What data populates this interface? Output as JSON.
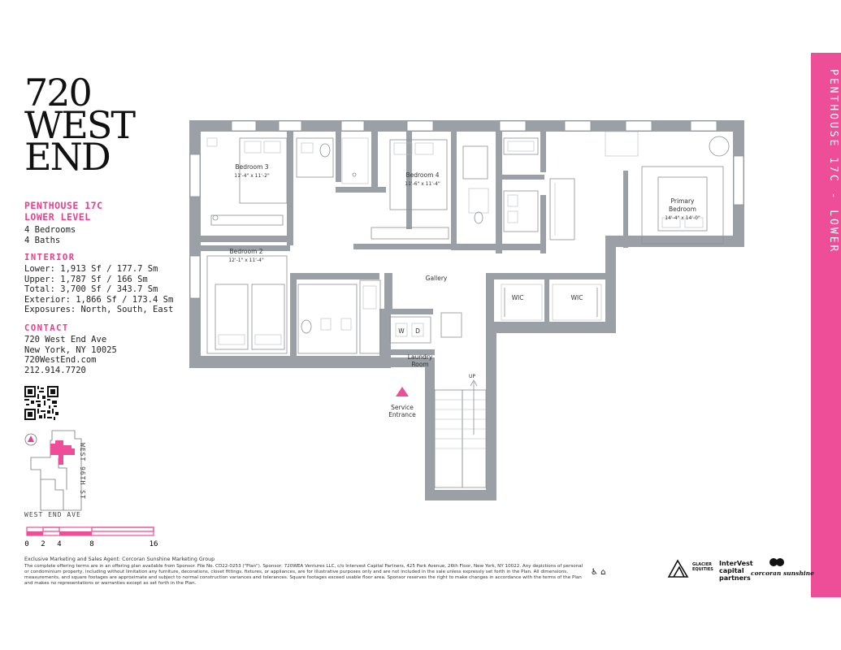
{
  "logo": {
    "line1": "720",
    "line2": "WEST",
    "line3": "END"
  },
  "unit": {
    "title": "PENTHOUSE 17C",
    "level": "LOWER LEVEL",
    "bedrooms": "4 Bedrooms",
    "baths": "4 Baths"
  },
  "interior": {
    "label": "INTERIOR",
    "lines": [
      "Lower: 1,913 Sf / 177.7 Sm",
      "Upper: 1,787 Sf / 166 Sm",
      "Total: 3,700 Sf / 343.7 Sm",
      "Exterior: 1,866 Sf / 173.4 Sm",
      "Exposures: North, South, East"
    ]
  },
  "contact": {
    "label": "CONTACT",
    "lines": [
      "720 West End Ave",
      "New York, NY 10025",
      "720WestEnd.com",
      "212.914.7720"
    ]
  },
  "keyplan": {
    "street_east": "WEST 96TH ST",
    "street_south": "WEST END AVE"
  },
  "scale": {
    "ticks": [
      "0",
      "2",
      "4",
      "8",
      "16"
    ]
  },
  "side_band": {
    "text": "PENTHOUSE 17C - LOWER"
  },
  "plan": {
    "rooms": {
      "bedroom3": "Bedroom 3",
      "bedroom3_dim": "11'-4\" x 11'-2\"",
      "bedroom4": "Bedroom 4",
      "bedroom4_dim": "11'-6\" x 11'-4\"",
      "primary1": "Primary",
      "primary2": "Bedroom",
      "primary_dim": "14'-4\" x 14'-0\"",
      "bedroom2": "Bedroom 2",
      "bedroom2_dim": "12'-1\" x 11'-4\"",
      "gallery": "Gallery",
      "wic1": "WIC",
      "wic2": "WIC",
      "laundry1": "Laundry",
      "laundry2": "Room",
      "w": "W",
      "d": "D",
      "up": "UP",
      "service1": "Service",
      "service2": "Entrance"
    }
  },
  "footer": {
    "agent": "Exclusive Marketing and Sales Agent: Corcoran Sunshine Marketing Group",
    "legal": "The complete offering terms are in an offering plan available from Sponsor. File No. CD22-0253 (\"Plan\"). Sponsor: 720WEA Ventures LLC, c/o Intervest Capital Partners, 425 Park Avenue, 26th Floor, New York, NY 10022. Any depictions of personal or condominium property, including without limitation any furniture, decorations, closet fittings, fixtures, or appliances, are for illustrative purposes only and are not included in the sale unless expressly set forth in the Plan. All dimensions, measurements, and square footages are approximate and subject to normal construction variances and tolerances. Square footages exceed usable floor area. Sponsor reserves the right to make changes in accordance with the terms of the Plan and makes no representations or warranties except as set forth in the Plan."
  },
  "brands": {
    "glacier1": "GLACIER",
    "glacier2": "EQUITIES",
    "intervest1": "InterVest",
    "intervest2": "capital",
    "intervest3": "partners",
    "corcoran": "corcoran sunshine"
  },
  "colors": {
    "accent": "#ee4e98",
    "wall": "#9aa0a6"
  }
}
